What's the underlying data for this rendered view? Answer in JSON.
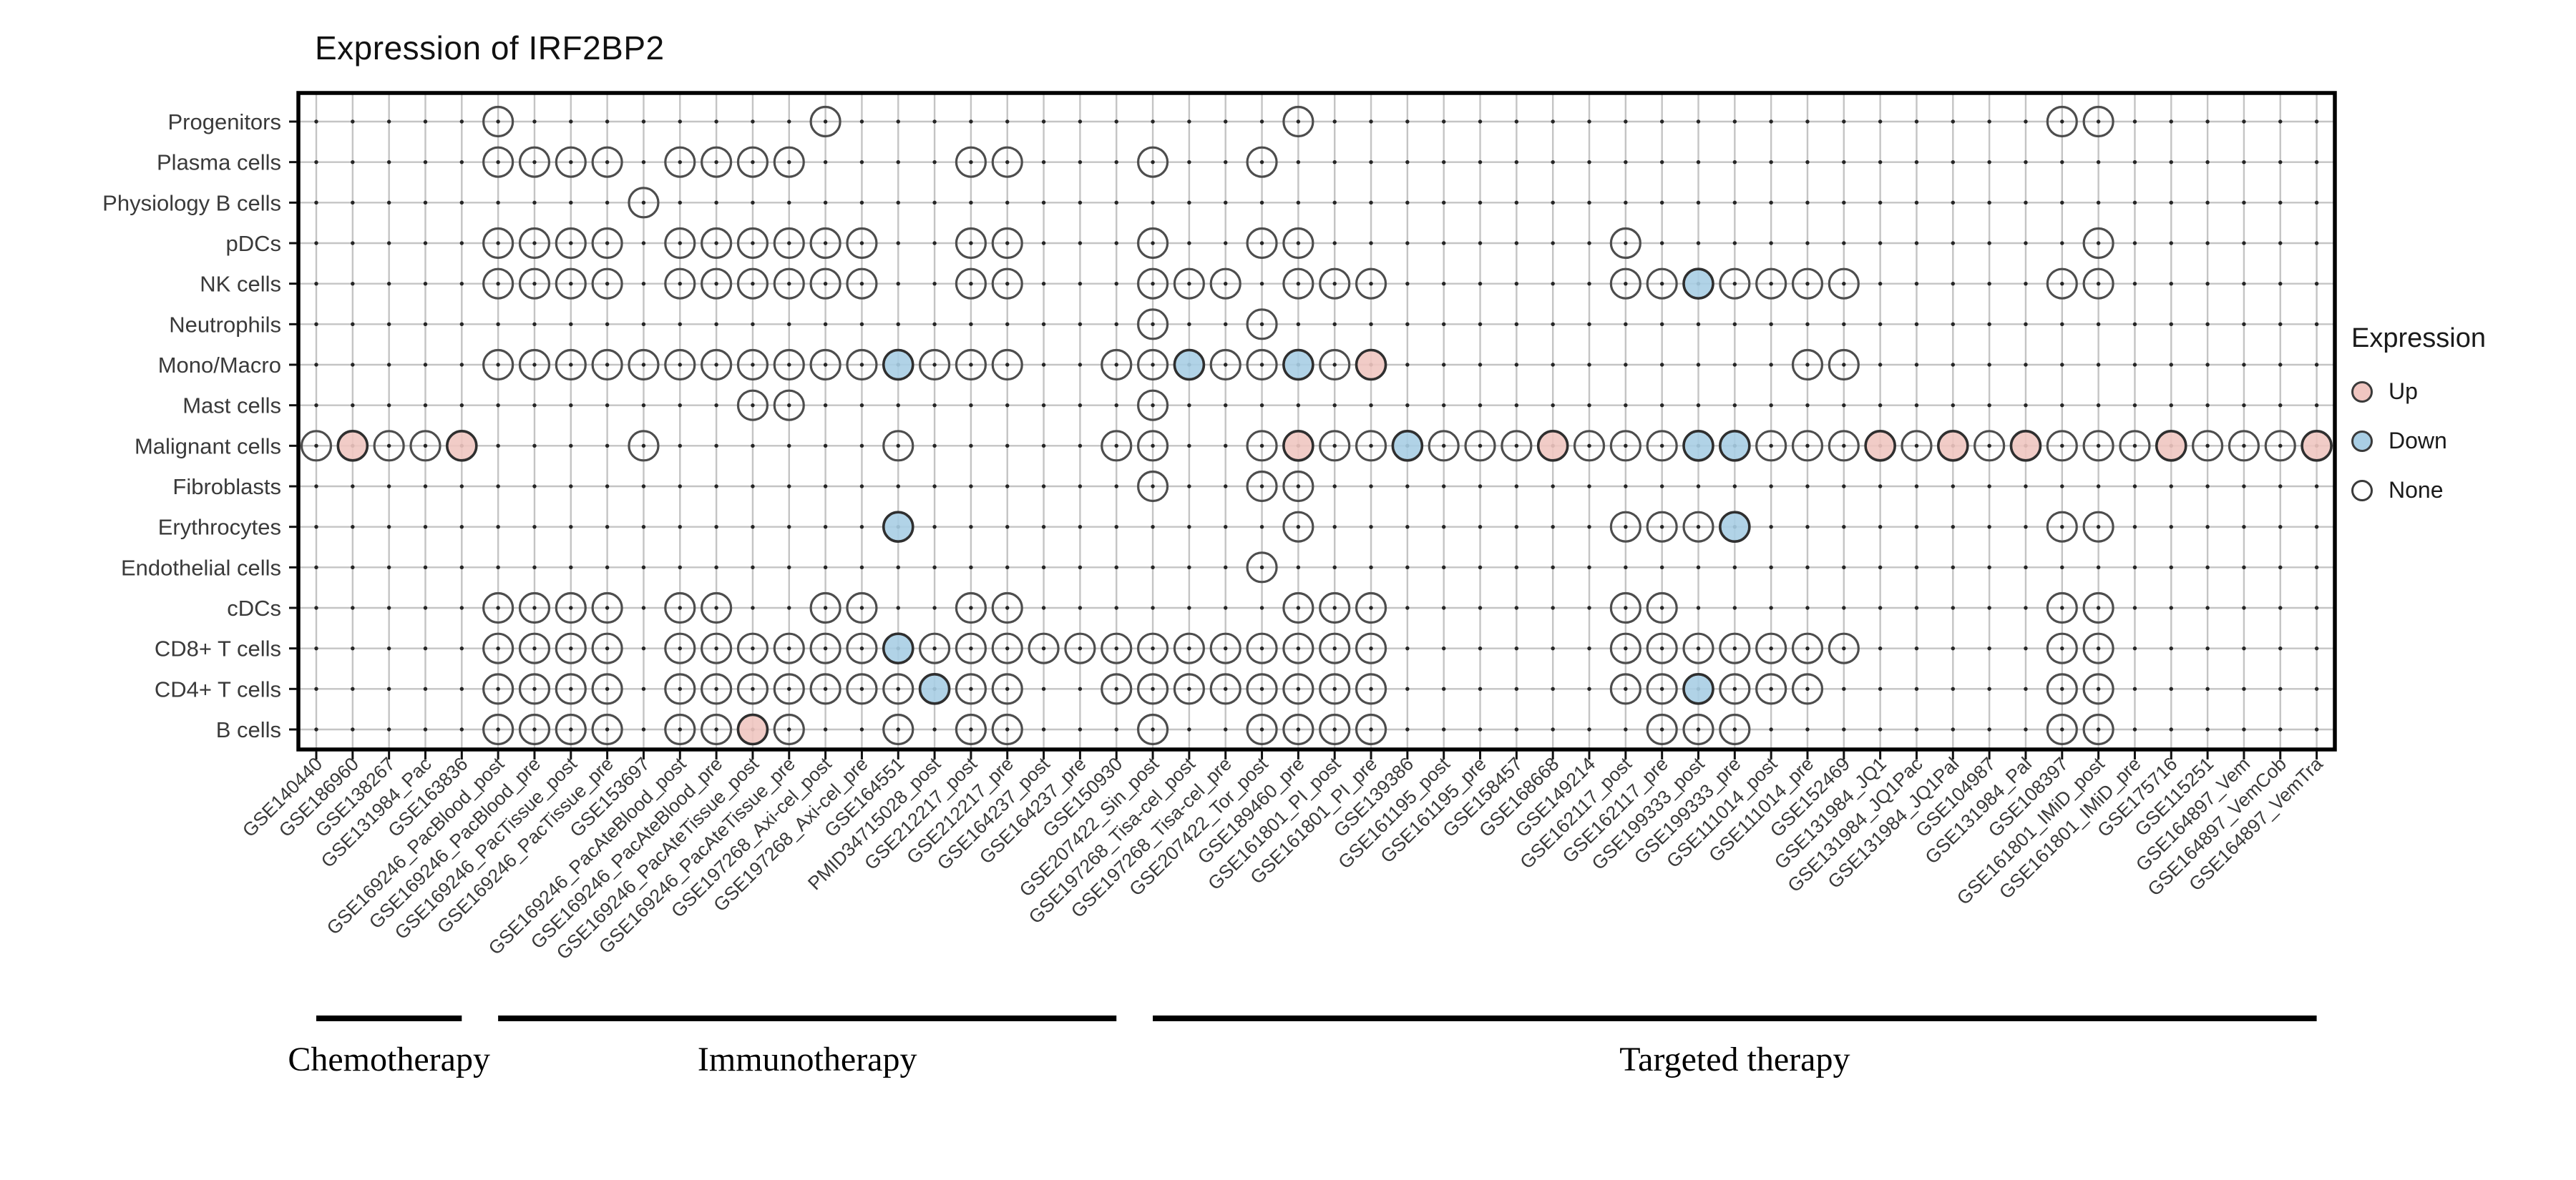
{
  "chart_data": {
    "type": "dot_matrix",
    "title": "Expression of IRF2BP2",
    "legend": {
      "title": "Expression",
      "items": [
        {
          "label": "Up",
          "color": "#F0C6C1"
        },
        {
          "label": "Down",
          "color": "#A9CEE4"
        },
        {
          "label": "None",
          "color": "#FFFFFF"
        }
      ]
    },
    "colors": {
      "up_fill": "#F0C6C1",
      "down_fill": "#A9CEE4",
      "none_fill": "#FFFFFF",
      "colored_stroke": "#2F2F2F",
      "none_stroke": "#4D4D4D",
      "grid": "#C4C4C4",
      "panel_border": "#000000"
    },
    "rows": [
      "Progenitors",
      "Plasma cells",
      "Physiology B cells",
      "pDCs",
      "NK cells",
      "Neutrophils",
      "Mono/Macro",
      "Mast cells",
      "Malignant cells",
      "Fibroblasts",
      "Erythrocytes",
      "Endothelial cells",
      "cDCs",
      "CD8+ T cells",
      "CD4+ T cells",
      "B cells"
    ],
    "columns": [
      "GSE140440",
      "GSE186960",
      "GSE138267",
      "GSE131984_Pac",
      "GSE163836",
      "GSE169246_PacBlood_post",
      "GSE169246_PacBlood_pre",
      "GSE169246_PacTissue_post",
      "GSE169246_PacTissue_pre",
      "GSE153697",
      "GSE169246_PacAteBlood_post",
      "GSE169246_PacAteBlood_pre",
      "GSE169246_PacAteTissue_post",
      "GSE169246_PacAteTissue_pre",
      "GSE197268_Axi-cel_post",
      "GSE197268_Axi-cel_pre",
      "GSE164551",
      "PMID34715028_post",
      "GSE212217_post",
      "GSE212217_pre",
      "GSE164237_post",
      "GSE164237_pre",
      "GSE150930",
      "GSE207422_Sin_post",
      "GSE197268_Tisa-cel_post",
      "GSE197268_Tisa-cel_pre",
      "GSE207422_Tor_post",
      "GSE189460_pre",
      "GSE161801_PI_post",
      "GSE161801_PI_pre",
      "GSE139386",
      "GSE161195_post",
      "GSE161195_pre",
      "GSE158457",
      "GSE168668",
      "GSE149214",
      "GSE162117_post",
      "GSE162117_pre",
      "GSE199333_post",
      "GSE199333_pre",
      "GSE111014_post",
      "GSE111014_pre",
      "GSE152469",
      "GSE131984_JQ1",
      "GSE131984_JQ1Pac",
      "GSE131984_JQ1Pal",
      "GSE104987",
      "GSE131984_Pal",
      "GSE108397",
      "GSE161801_IMiD_post",
      "GSE161801_IMiD_pre",
      "GSE175716",
      "GSE115251",
      "GSE164897_Vem",
      "GSE164897_VemCob",
      "GSE164897_VemTra"
    ],
    "groups": [
      {
        "label": "Chemotherapy",
        "start": 1,
        "end": 5
      },
      {
        "label": "Immunotherapy",
        "start": 6,
        "end": 23
      },
      {
        "label": "Targeted therapy",
        "start": 24,
        "end": 56
      }
    ],
    "points": [
      {
        "row": "Progenitors",
        "none": [
          6,
          15,
          28,
          49,
          50
        ],
        "up": [],
        "down": []
      },
      {
        "row": "Plasma cells",
        "none": [
          6,
          7,
          8,
          9,
          11,
          12,
          13,
          14,
          19,
          20,
          24,
          27
        ],
        "up": [],
        "down": []
      },
      {
        "row": "Physiology B cells",
        "none": [
          10
        ],
        "up": [],
        "down": []
      },
      {
        "row": "pDCs",
        "none": [
          6,
          7,
          8,
          9,
          11,
          12,
          13,
          14,
          15,
          16,
          19,
          20,
          24,
          27,
          28,
          37,
          50
        ],
        "up": [],
        "down": []
      },
      {
        "row": "NK cells",
        "none": [
          6,
          7,
          8,
          9,
          11,
          12,
          13,
          14,
          15,
          16,
          19,
          20,
          24,
          25,
          26,
          28,
          29,
          30,
          37,
          38,
          40,
          41,
          42,
          43,
          49,
          50
        ],
        "up": [],
        "down": [
          39
        ]
      },
      {
        "row": "Neutrophils",
        "none": [
          24,
          27
        ],
        "up": [],
        "down": []
      },
      {
        "row": "Mono/Macro",
        "none": [
          6,
          7,
          8,
          9,
          10,
          11,
          12,
          13,
          14,
          15,
          16,
          18,
          19,
          20,
          23,
          24,
          26,
          27,
          29,
          42,
          43
        ],
        "up": [
          30
        ],
        "down": [
          17,
          25,
          28
        ]
      },
      {
        "row": "Mast cells",
        "none": [
          13,
          14,
          24
        ],
        "up": [],
        "down": []
      },
      {
        "row": "Malignant cells",
        "none": [
          1,
          3,
          4,
          10,
          17,
          23,
          24,
          27,
          29,
          30,
          32,
          33,
          34,
          36,
          37,
          38,
          41,
          42,
          43,
          45,
          47,
          49,
          50,
          51,
          53,
          54,
          55
        ],
        "up": [
          2,
          5,
          28,
          35,
          44,
          46,
          48,
          52,
          56
        ],
        "down": [
          31,
          39,
          40
        ]
      },
      {
        "row": "Fibroblasts",
        "none": [
          24,
          27,
          28
        ],
        "up": [],
        "down": []
      },
      {
        "row": "Erythrocytes",
        "none": [
          28,
          37,
          38,
          39,
          49,
          50
        ],
        "up": [],
        "down": [
          17,
          40
        ]
      },
      {
        "row": "Endothelial cells",
        "none": [
          27
        ],
        "up": [],
        "down": []
      },
      {
        "row": "cDCs",
        "none": [
          6,
          7,
          8,
          9,
          11,
          12,
          15,
          16,
          19,
          20,
          28,
          29,
          30,
          37,
          38,
          49,
          50
        ],
        "up": [],
        "down": []
      },
      {
        "row": "CD8+ T cells",
        "none": [
          6,
          7,
          8,
          9,
          11,
          12,
          13,
          14,
          15,
          16,
          18,
          19,
          20,
          21,
          22,
          23,
          24,
          25,
          26,
          27,
          28,
          29,
          30,
          37,
          38,
          39,
          40,
          41,
          42,
          43,
          49,
          50
        ],
        "up": [],
        "down": [
          17
        ]
      },
      {
        "row": "CD4+ T cells",
        "none": [
          6,
          7,
          8,
          9,
          11,
          12,
          13,
          14,
          15,
          16,
          17,
          19,
          20,
          23,
          24,
          25,
          26,
          27,
          28,
          29,
          30,
          37,
          38,
          40,
          41,
          42,
          49,
          50
        ],
        "up": [],
        "down": [
          18,
          39
        ]
      },
      {
        "row": "B cells",
        "none": [
          6,
          7,
          8,
          9,
          11,
          12,
          14,
          17,
          19,
          20,
          24,
          27,
          28,
          29,
          30,
          38,
          39,
          40,
          49,
          50
        ],
        "up": [
          13
        ],
        "down": []
      }
    ]
  }
}
